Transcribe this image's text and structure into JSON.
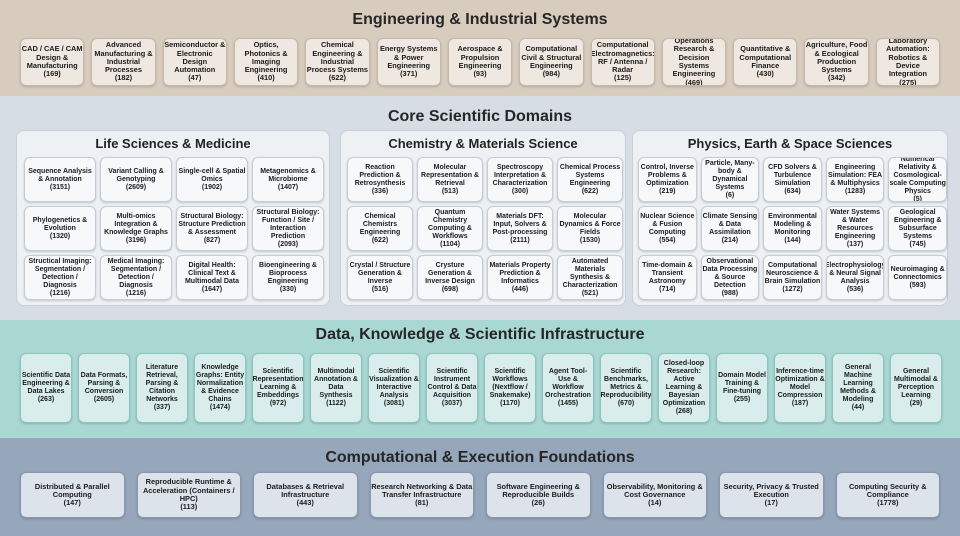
{
  "engineering": {
    "title": "Engineering & Industrial Systems",
    "items": [
      {
        "label": "CAD / CAE / CAM Design & Manufacturing",
        "count": "(169)"
      },
      {
        "label": "Advanced Manufacturing & Industrial Processes",
        "count": "(182)"
      },
      {
        "label": "Semiconductor & Electronic Design Automation",
        "count": "(47)"
      },
      {
        "label": "Optics, Photonics & Imaging Engineering",
        "count": "(410)"
      },
      {
        "label": "Chemical Engineering & Industrial Process Systems",
        "count": "(622)"
      },
      {
        "label": "Energy Systems & Power Engineering",
        "count": "(371)"
      },
      {
        "label": "Aerospace & Propulsion Engineering",
        "count": "(93)"
      },
      {
        "label": "Computational Civil & Structural Engineering",
        "count": "(984)"
      },
      {
        "label": "Computational Electromagnetics: RF / Antenna / Radar",
        "count": "(125)"
      },
      {
        "label": "Operations Research & Decision Systems Engineering",
        "count": "(469)"
      },
      {
        "label": "Quantitative & Computational Finance",
        "count": "(430)"
      },
      {
        "label": "Agriculture, Food & Ecological Production Systems",
        "count": "(342)"
      },
      {
        "label": "Laboratory Automation: Robotics & Device Integration",
        "count": "(275)"
      }
    ]
  },
  "core": {
    "title": "Core Scientific Domains",
    "life": {
      "title": "Life Sciences & Medicine",
      "items": [
        {
          "label": "Sequence Analysis & Annotation",
          "count": "(3151)"
        },
        {
          "label": "Variant Calling & Genotyping",
          "count": "(2609)"
        },
        {
          "label": "Single-cell & Spatial Omics",
          "count": "(1902)"
        },
        {
          "label": "Metagenomics & Microbiome",
          "count": "(1407)"
        },
        {
          "label": "Phylogenetics & Evolution",
          "count": "(1320)"
        },
        {
          "label": "Multi-omics Integration & Knowledge Graphs",
          "count": "(3196)"
        },
        {
          "label": "Structural Biology: Structure Prediction & Assessment",
          "count": "(827)"
        },
        {
          "label": "Structural Biology: Function / Site / Interaction Prediction",
          "count": "(2093)"
        },
        {
          "label": "Structical Imaging: Segmentation / Detection / Diagnosis",
          "count": "(1216)"
        },
        {
          "label": "Medical Imaging: Segmentation / Detection / Diagnosis",
          "count": "(1216)"
        },
        {
          "label": "Digital Health: Clinical Text & Multimodal Data",
          "count": "(1647)"
        },
        {
          "label": "Bioengineering & Bioprocess Engineering",
          "count": "(330)"
        }
      ]
    },
    "chem": {
      "title": "Chemistry & Materials Science",
      "items": [
        {
          "label": "Reaction Prediction & Retrosynthesis",
          "count": "(336)"
        },
        {
          "label": "Molecular Representation & Retrieval",
          "count": "(513)"
        },
        {
          "label": "Spectroscopy Interpretation & Characterization",
          "count": "(300)"
        },
        {
          "label": "Chemical Process Systems Engineering",
          "count": "(622)"
        },
        {
          "label": "Chemical Chemistrs Engineering",
          "count": "(622)"
        },
        {
          "label": "Quantum Chemistry Computing & Workflows",
          "count": "(1104)"
        },
        {
          "label": "Materials DFT: Input, Solvers & Post-processing",
          "count": "(2111)"
        },
        {
          "label": "Molecular Dynamics & Force Fields",
          "count": "(1530)"
        },
        {
          "label": "Crystal / Structure Generation & Inverse",
          "count": "(516)"
        },
        {
          "label": "Crysture Generation & Inverse Design",
          "count": "(698)"
        },
        {
          "label": "Materials Property Prediction & Informatics",
          "count": "(446)"
        },
        {
          "label": "Automated Materials Synthesis & Characterization",
          "count": "(521)"
        }
      ]
    },
    "phys": {
      "title": "Physics, Earth & Space Sciences",
      "items": [
        {
          "label": "Control, Inverse Problems & Optimization",
          "count": "(219)"
        },
        {
          "label": "Particle, Many-body & Dynamical Systems",
          "count": "(6)"
        },
        {
          "label": "CFD Solvers & Turbulence Simulation",
          "count": "(634)"
        },
        {
          "label": "Engineering Simulation: FEA & Multiphysics",
          "count": "(1283)"
        },
        {
          "label": "Numerical Relativity & Cosmological-scale Computing Physics",
          "count": "(5)"
        },
        {
          "label": "Nuclear Science & Fusion Computing",
          "count": "(554)"
        },
        {
          "label": "Climate Sensing & Data Assimilation",
          "count": "(214)"
        },
        {
          "label": "Environmental Modeling & Monitoring",
          "count": "(144)"
        },
        {
          "label": "Water Systems & Water Resources Engineering",
          "count": "(137)"
        },
        {
          "label": "Geological Engineering & Subsurface Systems",
          "count": "(745)"
        },
        {
          "label": "Time-domain & Transient Astronomy",
          "count": "(714)"
        },
        {
          "label": "Observational Data Processing & Source Detection",
          "count": "(988)"
        },
        {
          "label": "Computational Neuroscience & Brain Simulation",
          "count": "(1272)"
        },
        {
          "label": "Electrophysiology & Neural Signal Analysis",
          "count": "(536)"
        },
        {
          "label": "Neuroimaging & Connectomics",
          "count": "(593)"
        }
      ]
    }
  },
  "data_infra": {
    "title": "Data, Knowledge & Scientific Infrastructure",
    "items": [
      {
        "label": "Scientific Data Engineering & Data Lakes",
        "count": "(263)"
      },
      {
        "label": "Data Formats, Parsing & Conversion",
        "count": "(2605)"
      },
      {
        "label": "Literature Retrieval, Parsing & Citation Networks",
        "count": "(337)"
      },
      {
        "label": "Knowledge Graphs: Entity Normalization & Evidence Chains",
        "count": "(1474)"
      },
      {
        "label": "Scientific Representation Learning & Embeddings",
        "count": "(972)"
      },
      {
        "label": "Multimodal Annotation & Data Synthesis",
        "count": "(1122)"
      },
      {
        "label": "Scientific Visualization & Interactive Analysis",
        "count": "(3081)"
      },
      {
        "label": "Scientific Instrument Control & Data Acquisition",
        "count": "(3037)"
      },
      {
        "label": "Scientific Workflows (Nextflow / Snakemake)",
        "count": "(1170)"
      },
      {
        "label": "Agent Tool-Use & Workflow Orchestration",
        "count": "(1455)"
      },
      {
        "label": "Scientific Benchmarks, Metrics & Reproducibility",
        "count": "(670)"
      },
      {
        "label": "Closed-loop Research: Active Learning & Bayesian Optimization",
        "count": "(268)"
      },
      {
        "label": "Domain Model Training & Fine-tuning",
        "count": "(255)"
      },
      {
        "label": "Inference-time Optimization & Model Compression",
        "count": "(187)"
      },
      {
        "label": "General Machine Learning Methods & Modeling",
        "count": "(44)"
      },
      {
        "label": "General Multimodal & Perception Learning",
        "count": "(29)"
      }
    ]
  },
  "compute": {
    "title": "Computational & Execution Foundations",
    "items": [
      {
        "label": "Distributed & Parallel Computing",
        "count": "(147)"
      },
      {
        "label": "Reproducible Runtime & Acceleration (Containers / HPC)",
        "count": "(113)"
      },
      {
        "label": "Databases & Retrieval Infrastructure",
        "count": "(443)"
      },
      {
        "label": "Research Networking & Data Transfer Infrastructure",
        "count": "(81)"
      },
      {
        "label": "Software Engineering & Reproducible Builds",
        "count": "(26)"
      },
      {
        "label": "Observability, Monitoring & Cost Governance",
        "count": "(14)"
      },
      {
        "label": "Security, Privacy & Trusted Execution",
        "count": "(17)"
      },
      {
        "label": "Computing Security & Compliance",
        "count": "(1778)"
      }
    ]
  }
}
